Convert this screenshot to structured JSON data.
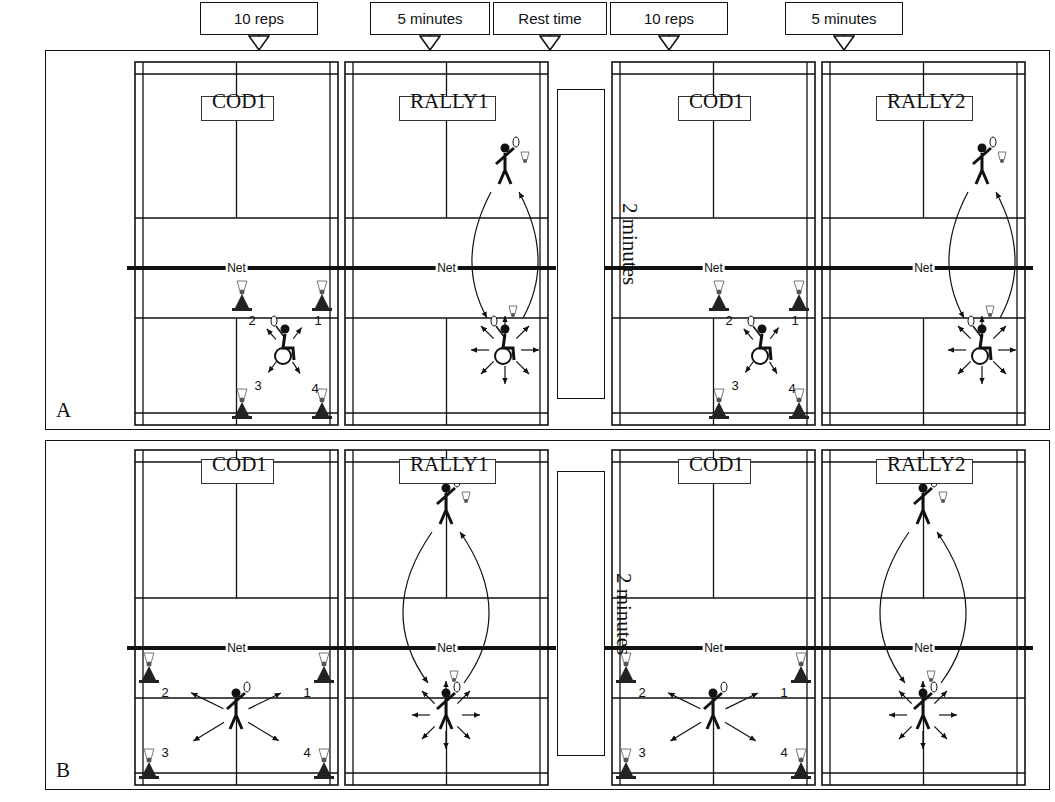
{
  "diagram": {
    "nodes": [
      {
        "text": [
          "10 reps"
        ]
      },
      {
        "text": [
          "5 minutes"
        ]
      },
      {
        "text": [
          "Rest time"
        ]
      },
      {
        "text": [
          "10 reps"
        ]
      },
      {
        "text": [
          "5 minutes"
        ]
      },
      {
        "text": [
          "A"
        ]
      },
      {
        "text": [
          "COD1"
        ],
        "in": 5
      },
      {
        "text": [
          "RALLY1"
        ],
        "in": 5
      },
      {
        "text": [
          "2 minutes"
        ],
        "in": 5
      },
      {
        "text": [
          "COD1"
        ],
        "in": 5
      },
      {
        "text": [
          "RALLY2"
        ],
        "in": 5
      },
      {
        "text": [
          "B"
        ]
      },
      {
        "text": [
          "COD1"
        ],
        "in": 11
      },
      {
        "text": [
          "RALLY1"
        ],
        "in": 11
      },
      {
        "text": [
          "2 minutes"
        ],
        "in": 11
      },
      {
        "text": [
          "COD1"
        ],
        "in": 11
      },
      {
        "text": [
          "RALLY2"
        ],
        "in": 11
      }
    ],
    "edges": [
      {
        "from": 0,
        "to": 5,
        "arrow": "to"
      },
      {
        "from": 1,
        "to": 5,
        "arrow": "to"
      },
      {
        "from": 2,
        "to": 5,
        "arrow": "to"
      },
      {
        "from": 3,
        "to": 5,
        "arrow": "to"
      },
      {
        "from": 4,
        "to": 5,
        "arrow": "to"
      }
    ],
    "labels": [
      "Net",
      "2",
      "1",
      "3",
      "4",
      "Net",
      "Net",
      "2",
      "1",
      "3",
      "4",
      "Net",
      "Net",
      "2",
      "1",
      "3",
      "4",
      "Net",
      "Net",
      "2",
      "1",
      "3",
      "4",
      "Net"
    ]
  }
}
